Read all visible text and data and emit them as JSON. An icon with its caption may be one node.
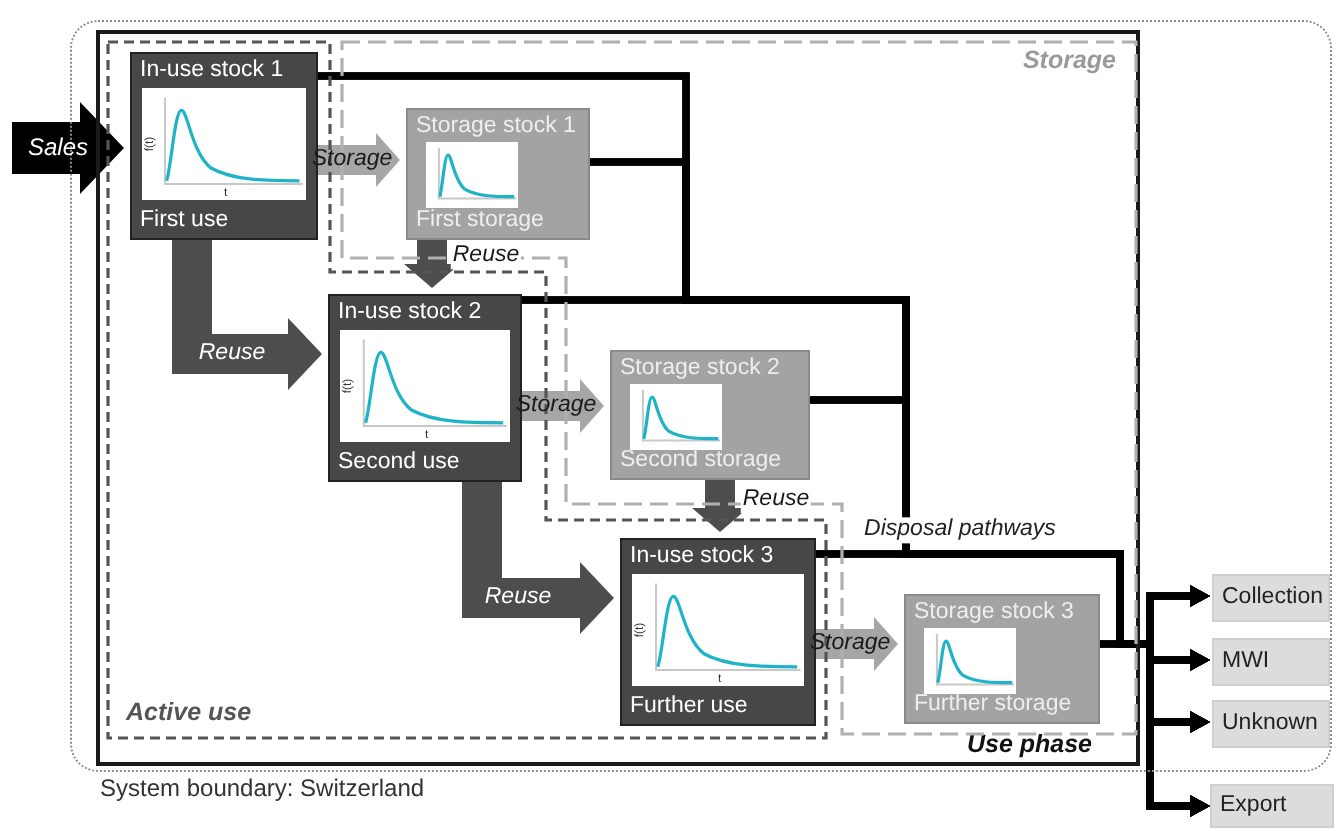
{
  "diagram": {
    "nodes": [
      {
        "text": [
          "System boundary: Switzerland"
        ]
      },
      {
        "text": [
          "Use phase"
        ],
        "in": 0
      },
      {
        "text": [
          "Active use"
        ],
        "in": 1
      },
      {
        "text": [
          "Storage"
        ],
        "in": 1
      },
      {
        "text": [
          "In-use stock 1",
          "f(t)",
          "t",
          "First use"
        ],
        "in": 2
      },
      {
        "text": [
          "Storage stock 1",
          "First storage"
        ],
        "in": 3
      },
      {
        "text": [
          "In-use stock 2",
          "f(t)",
          "t",
          "Second use"
        ],
        "in": 2
      },
      {
        "text": [
          "Storage stock 2",
          "Second storage"
        ],
        "in": 3
      },
      {
        "text": [
          "In-use stock 3",
          "f(t)",
          "t",
          "Further use"
        ],
        "in": 2
      },
      {
        "text": [
          "Storage stock 3",
          "Further storage"
        ],
        "in": 3
      },
      {
        "text": [
          "Collection"
        ],
        "in": 0
      },
      {
        "text": [
          "MWI"
        ],
        "in": 0
      },
      {
        "text": [
          "Unknown"
        ],
        "in": 0
      },
      {
        "text": [
          "Export"
        ]
      }
    ],
    "edges": [
      {
        "from": null,
        "to": 4,
        "arrow": "to",
        "label": "Sales",
        "style": "thick"
      },
      {
        "from": 4,
        "to": 5,
        "arrow": "to",
        "label": "Storage",
        "style": "thick",
        "color": "#a6a6a6"
      },
      {
        "from": 4,
        "to": 6,
        "arrow": "to",
        "label": "Reuse",
        "style": "thick",
        "color": "#4d4d4d"
      },
      {
        "from": 5,
        "to": 6,
        "arrow": "to",
        "label": "Reuse",
        "style": "thick",
        "color": "#4d4d4d"
      },
      {
        "from": 6,
        "to": 7,
        "arrow": "to",
        "label": "Storage",
        "style": "thick",
        "color": "#a6a6a6"
      },
      {
        "from": 6,
        "to": 8,
        "arrow": "to",
        "label": "Reuse",
        "style": "thick",
        "color": "#4d4d4d"
      },
      {
        "from": 7,
        "to": 8,
        "arrow": "to",
        "label": "Reuse",
        "style": "thick",
        "color": "#4d4d4d"
      },
      {
        "from": 8,
        "to": 9,
        "arrow": "to",
        "label": "Storage",
        "style": "thick",
        "color": "#a6a6a6"
      },
      {
        "from": 4,
        "to": 10,
        "arrow": "to"
      },
      {
        "from": 4,
        "to": 11,
        "arrow": "to"
      },
      {
        "from": 4,
        "to": 12,
        "arrow": "to"
      },
      {
        "from": 4,
        "to": 13,
        "arrow": "to"
      },
      {
        "from": 5,
        "to": 10,
        "arrow": "to"
      },
      {
        "from": 5,
        "to": 11,
        "arrow": "to"
      },
      {
        "from": 5,
        "to": 12,
        "arrow": "to"
      },
      {
        "from": 5,
        "to": 13,
        "arrow": "to"
      },
      {
        "from": 6,
        "to": 10,
        "arrow": "to"
      },
      {
        "from": 6,
        "to": 11,
        "arrow": "to"
      },
      {
        "from": 6,
        "to": 12,
        "arrow": "to"
      },
      {
        "from": 6,
        "to": 13,
        "arrow": "to"
      },
      {
        "from": 7,
        "to": 10,
        "arrow": "to"
      },
      {
        "from": 7,
        "to": 11,
        "arrow": "to"
      },
      {
        "from": 7,
        "to": 12,
        "arrow": "to"
      },
      {
        "from": 7,
        "to": 13,
        "arrow": "to"
      },
      {
        "from": 8,
        "to": 10,
        "arrow": "to"
      },
      {
        "from": 8,
        "to": 11,
        "arrow": "to"
      },
      {
        "from": 8,
        "to": 12,
        "arrow": "to"
      },
      {
        "from": 8,
        "to": 13,
        "arrow": "to"
      },
      {
        "from": 9,
        "to": 10,
        "arrow": "to"
      },
      {
        "from": 9,
        "to": 11,
        "arrow": "to"
      },
      {
        "from": 9,
        "to": 12,
        "arrow": "to"
      },
      {
        "from": 9,
        "to": 13,
        "arrow": "to"
      }
    ],
    "labels": [
      "Disposal pathways"
    ]
  }
}
